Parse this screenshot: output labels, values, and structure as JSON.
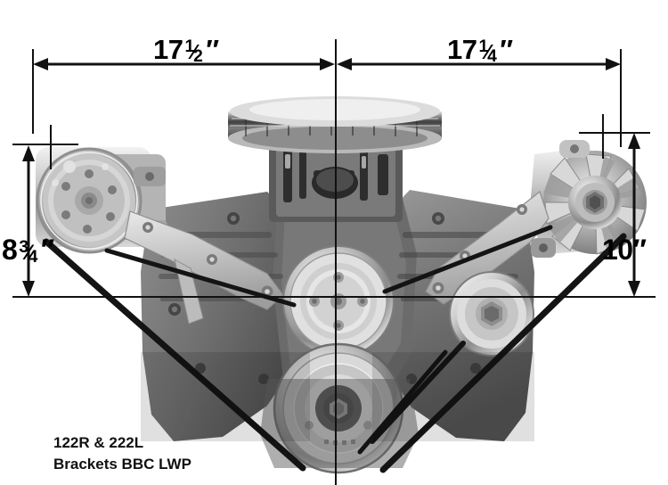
{
  "diagram": {
    "title": "BBC Long Water Pump Serpentine Bracket Dimension Diagram",
    "subject": "Big Block Chevy engine front view with accessory drive brackets",
    "background_color": "#ffffff",
    "line_color": "#111111"
  },
  "dimensions": {
    "top_left": {
      "label": "17 ½″",
      "whole": "17",
      "numerator": "1",
      "denominator": "2",
      "unit_mark": "″",
      "value_inches": 17.5,
      "orientation": "horizontal",
      "from": "left-accessory-edge",
      "to": "engine-centerline"
    },
    "top_right": {
      "label": "17 ¼″",
      "whole": "17",
      "numerator": "1",
      "denominator": "4",
      "unit_mark": "″",
      "value_inches": 17.25,
      "orientation": "horizontal",
      "from": "engine-centerline",
      "to": "right-accessory-edge"
    },
    "left_vertical": {
      "label": "8 ¾″",
      "whole": "8",
      "numerator": "3",
      "denominator": "4",
      "unit_mark": "″",
      "value_inches": 8.75,
      "orientation": "vertical",
      "from": "compressor-top",
      "to": "crank-centerline"
    },
    "right_vertical": {
      "label": "10″",
      "whole": "10",
      "unit_mark": "″",
      "value_inches": 10.0,
      "orientation": "vertical",
      "from": "alternator-top",
      "to": "crank-centerline"
    }
  },
  "caption": {
    "line1": "122R & 222L",
    "line2": "Brackets BBC LWP"
  },
  "components": {
    "air_cleaner": "air-cleaner",
    "carburetor": "carburetor",
    "ac_compressor": "ac-compressor",
    "alternator": "alternator",
    "water_pump_pulley": "water-pump-pulley",
    "crank_pulley": "crankshaft-pulley",
    "power_steering_pulley": "power-steering-pulley",
    "left_bracket": "left-mounting-bracket",
    "right_bracket": "right-mounting-bracket",
    "belts": "drive-belts"
  }
}
